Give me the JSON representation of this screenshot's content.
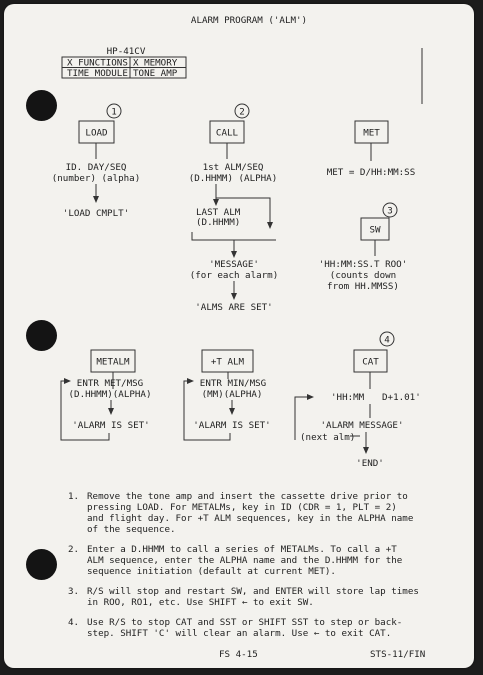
{
  "title": "ALARM PROGRAM ('ALM')",
  "header": {
    "model": "HP-41CV",
    "modules": [
      "X FUNCTIONS",
      "X MEMORY",
      "TIME MODULE",
      "TONE AMP"
    ]
  },
  "flow1": {
    "step": "1",
    "key": "LOAD",
    "prompt_line1": "ID. DAY/SEQ",
    "prompt_line2": "(number) (alpha)",
    "result": "'LOAD CMPLT'"
  },
  "flow2": {
    "step": "2",
    "key": "CALL",
    "prompt_line1": "1st ALM/SEQ",
    "prompt_line2": "(D.HHMM) (ALPHA)",
    "last_line1": "LAST ALM",
    "last_line2": "(D.HHMM)",
    "message_line1": "'MESSAGE'",
    "message_line2": "(for each alarm)",
    "result": "'ALMS ARE SET'"
  },
  "flow_met": {
    "key": "MET",
    "display": "MET = D/HH:MM:SS"
  },
  "flow3": {
    "step": "3",
    "key": "SW",
    "display_line1": "'HH:MM:SS.T ROO'",
    "display_line2": "(counts down",
    "display_line3": "from HH.MMSS)"
  },
  "flow_metalm": {
    "key": "METALM",
    "prompt_line1": "ENTR MET/MSG",
    "prompt_line2": "(D.HHMM)(ALPHA)",
    "result": "'ALARM IS SET'"
  },
  "flow_talm": {
    "key": "+T ALM",
    "prompt_line1": "ENTR MIN/MSG",
    "prompt_line2": "(MM)(ALPHA)",
    "result": "'ALARM IS SET'"
  },
  "flow4": {
    "step": "4",
    "key": "CAT",
    "display_left": "'HH:MM",
    "display_right": "D+1.01'",
    "message": "'ALARM MESSAGE'",
    "next_label": "(next alm)",
    "end": "'END'"
  },
  "notes": [
    {
      "num": "1.",
      "text": "Remove the tone amp and insert the cassette drive prior to\npressing LOAD.  For METALMs, key in ID (CDR = 1, PLT = 2)\nand flight day.  For +T ALM sequences, key in the ALPHA name\nof the sequence."
    },
    {
      "num": "2.",
      "text": "Enter a D.HHMM to call a series of METALMs.  To call a +T\nALM sequence, enter the ALPHA name and the D.HHMM for the\nsequence initiation (default at current MET)."
    },
    {
      "num": "3.",
      "text": "R/S will stop and restart SW, and ENTER will store lap times\nin ROO, RO1, etc.  Use SHIFT ← to exit SW."
    },
    {
      "num": "4.",
      "text": "Use R/S to stop CAT and SST or SHIFT SST to step or back-\nstep.  SHIFT 'C' will clear an alarm.  Use ← to exit CAT."
    }
  ],
  "footer": {
    "page": "FS 4-15",
    "doc": "STS-11/FIN"
  }
}
